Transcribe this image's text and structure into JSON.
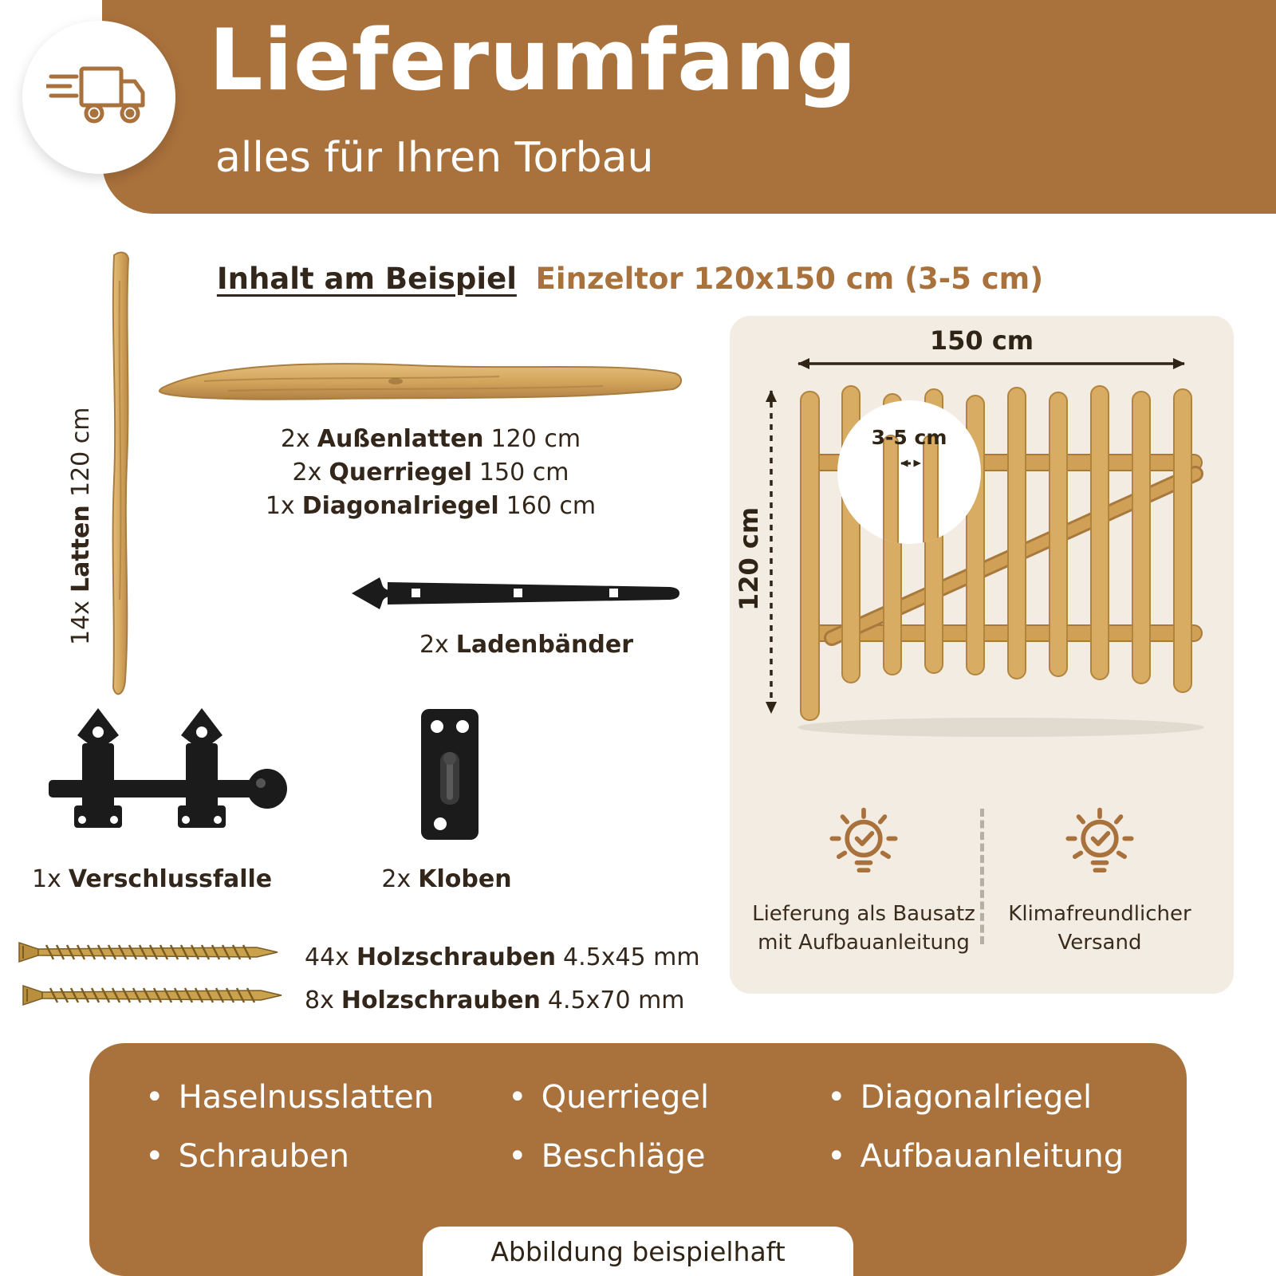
{
  "colors": {
    "brown": "#a9713c",
    "dark_text": "#33261a",
    "beige": "#f2ece2",
    "wood": "#d8ac63",
    "hardware_black": "#1b1b1b",
    "screw_gold": "#caa24e"
  },
  "header": {
    "title": "Lieferumfang",
    "subtitle": "alles für Ihren Torbau",
    "icon": "truck-icon"
  },
  "intro": {
    "label": "Inhalt am Beispiel",
    "value": "Einzeltor 120x150 cm (3-5 cm)"
  },
  "parts": {
    "latten": {
      "qty": "14x",
      "name": "Latten",
      "size": "120 cm"
    },
    "aussenlatten": {
      "qty": "2x",
      "name": "Außenlatten",
      "size": "120 cm"
    },
    "querriegel": {
      "qty": "2x",
      "name": "Querriegel",
      "size": "150 cm"
    },
    "diagonalriegel": {
      "qty": "1x",
      "name": "Diagonalriegel",
      "size": "160 cm"
    },
    "ladenbaender": {
      "qty": "2x",
      "name": "Ladenbänder"
    },
    "verschlussfalle": {
      "qty": "1x",
      "name": "Verschlussfalle"
    },
    "kloben": {
      "qty": "2x",
      "name": "Kloben"
    },
    "schrauben45": {
      "qty": "44x",
      "name": "Holzschrauben",
      "size": "4.5x45 mm"
    },
    "schrauben70": {
      "qty": "8x",
      "name": "Holzschrauben",
      "size": "4.5x70 mm"
    }
  },
  "diagram": {
    "width_label": "150 cm",
    "height_label": "120 cm",
    "gap_label": "3-5 cm",
    "features": [
      {
        "icon": "lightbulb-check-icon",
        "line1": "Lieferung als Bausatz",
        "line2": "mit Aufbauanleitung"
      },
      {
        "icon": "lightbulb-check-icon",
        "line1": "Klimafreundlicher",
        "line2": "Versand"
      }
    ]
  },
  "footer": {
    "items": [
      "Haselnusslatten",
      "Querriegel",
      "Diagonalriegel",
      "Schrauben",
      "Beschläge",
      "Aufbauanleitung"
    ],
    "note": "Abbildung beispielhaft"
  }
}
